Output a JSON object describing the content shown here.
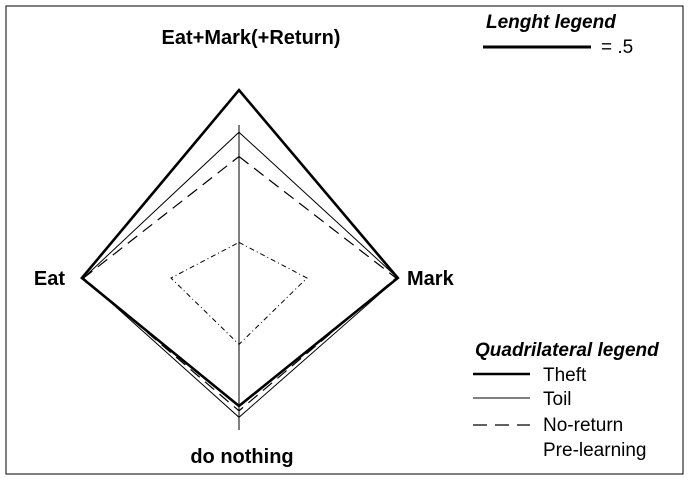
{
  "chart_data": {
    "type": "radar",
    "axes": {
      "top": "Eat+Mark(+Return)",
      "right": "Mark",
      "bottom": "do nothing",
      "left": "Eat"
    },
    "length_legend": {
      "title": "Lenght legend",
      "value_label": "= .5",
      "value": 0.5
    },
    "quadrilateral_legend": {
      "title": "Quadrilateral legend",
      "entries": [
        "Theft",
        "Toil",
        "No-return",
        "Pre-learning"
      ]
    },
    "series": [
      {
        "name": "Theft",
        "style": "solid-thick",
        "values": {
          "top": 1.16,
          "right": 0.98,
          "bottom": 0.79,
          "left": 0.97
        }
      },
      {
        "name": "Toil",
        "style": "solid-thin",
        "values": {
          "top": 0.9,
          "right": 0.98,
          "bottom": 0.86,
          "left": 0.96
        }
      },
      {
        "name": "No-return",
        "style": "dashed",
        "values": {
          "top": 0.75,
          "right": 0.97,
          "bottom": 0.82,
          "left": 0.96
        }
      },
      {
        "name": "Pre-learning",
        "style": "dash-dot",
        "values": {
          "top": 0.22,
          "right": 0.42,
          "bottom": 0.41,
          "left": 0.42
        }
      }
    ]
  }
}
